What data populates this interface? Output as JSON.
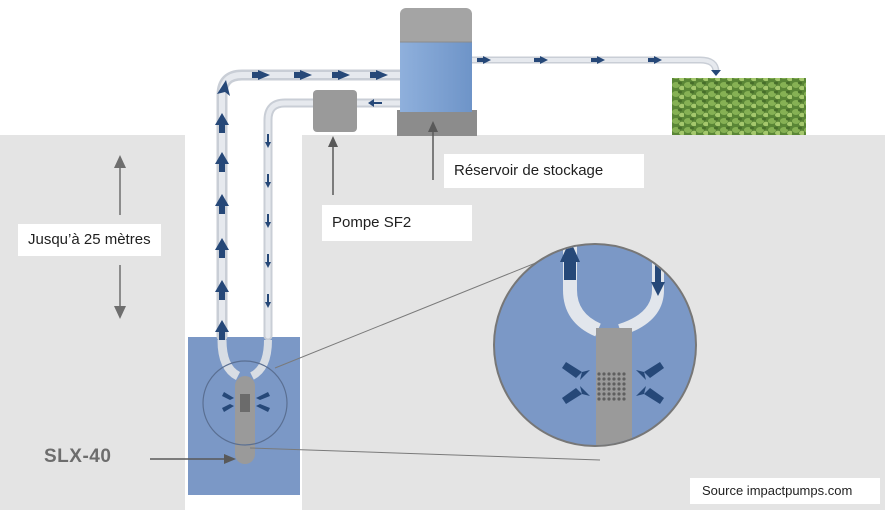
{
  "labels": {
    "depth": "Jusqu’à 25 mètres",
    "pump": "Pompe SF2",
    "tank": "Réservoir de stockage",
    "well_pump": "SLX-40",
    "source": "Source impactpumps.com"
  },
  "colors": {
    "ground": "#e4e4e4",
    "water": "#7b98c6",
    "pipe": "#d8dde4",
    "arrow": "#264878",
    "equipment": "#9a9a9a",
    "tank_water": "#7ea3d4",
    "crop_field": "#5e8a3c"
  },
  "icons": {
    "flow_arrow": "flow-arrow-icon",
    "depth_arrow": "double-headed-arrow-icon",
    "intake_screen": "intake-screen-icon"
  }
}
